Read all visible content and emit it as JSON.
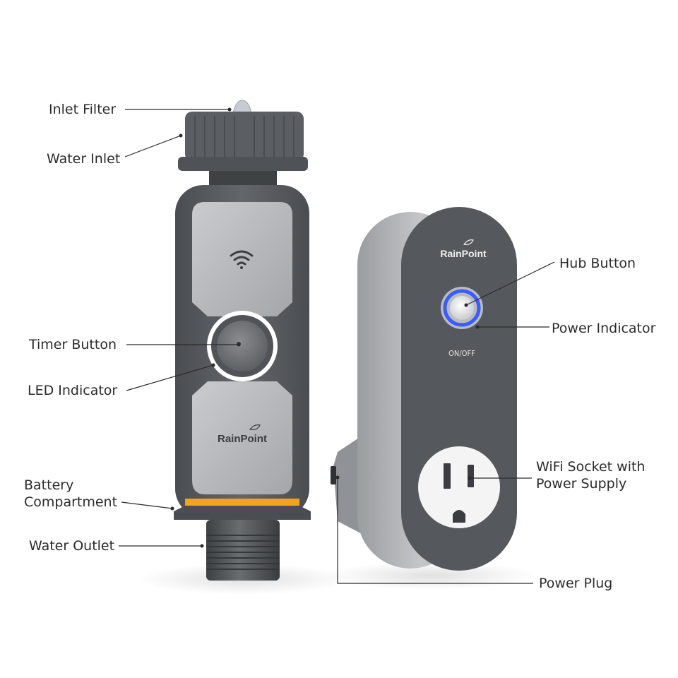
{
  "callouts": {
    "inlet_filter": "Inlet Filter",
    "water_inlet": "Water Inlet",
    "timer_button": "Timer Button",
    "led_indicator": "LED Indicator",
    "battery_line1": "Battery",
    "battery_line2": "Compartment",
    "water_outlet": "Water Outlet",
    "hub_button": "Hub Button",
    "power_indicator": "Power Indicator",
    "wifi_socket_line1": "WiFi Socket with",
    "wifi_socket_line2": "Power Supply",
    "power_plug": "Power Plug"
  },
  "timer_device": {
    "brand": "RainPoint",
    "wifi_icon": "wifi-icon"
  },
  "hub_device": {
    "brand": "RainPoint",
    "switch_label": "ON/OFF",
    "indicator_color": "#3a5bff"
  },
  "colors": {
    "body_dark": "#5a5d61",
    "face_light": "#b9bcbf",
    "accent_orange": "#f2a51b",
    "hub_grey": "#a9acaf",
    "socket_white": "#f4f4f4"
  }
}
